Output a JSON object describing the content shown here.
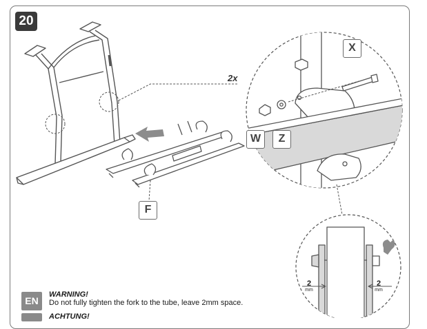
{
  "step": {
    "number": "20"
  },
  "labels": {
    "x": "X",
    "w": "W",
    "z": "Z",
    "f": "F",
    "quantity": "2x"
  },
  "dimensions": [
    {
      "value": "2",
      "unit": "mm"
    },
    {
      "value": "2",
      "unit": "mm"
    }
  ],
  "warnings": [
    {
      "lang": "EN",
      "title": "WARNING!",
      "text": "Do not fully tighten the fork to the tube, leave 2mm space."
    },
    {
      "lang": "",
      "title": "ACHTUNG!",
      "text": ""
    }
  ],
  "icons": [
    "arrow-left-icon",
    "wrench-icon"
  ],
  "colors": {
    "badge": "#3a3a3a",
    "lang_badge": "#8a8a8a",
    "arrow": "#8c8c8c",
    "tube_fill": "#d9d9d9"
  }
}
